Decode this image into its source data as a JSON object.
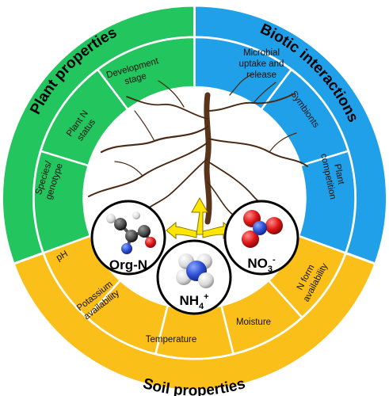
{
  "sectors": {
    "plant": {
      "title": "Plant properties",
      "color": "#22c55e",
      "items": [
        "Species/ genotype",
        "Plant N status",
        "Development stage"
      ]
    },
    "biotic": {
      "title": "Biotic interactions",
      "color": "#1fa0e8",
      "items": [
        "Microbial uptake and release",
        "Symbionts",
        "Plant competition"
      ]
    },
    "soil": {
      "title": "Soil properties",
      "color": "#fbbf1a",
      "items": [
        "pH",
        "Potassium availability",
        "Temperature",
        "Moisture",
        "N form availability"
      ]
    }
  },
  "center": {
    "molecules": {
      "org_n": "Org-N",
      "nh4": "NH",
      "nh4_sub": "4",
      "nh4_sup": "+",
      "no3": "NO",
      "no3_sub": "3",
      "no3_sup": "-"
    }
  }
}
